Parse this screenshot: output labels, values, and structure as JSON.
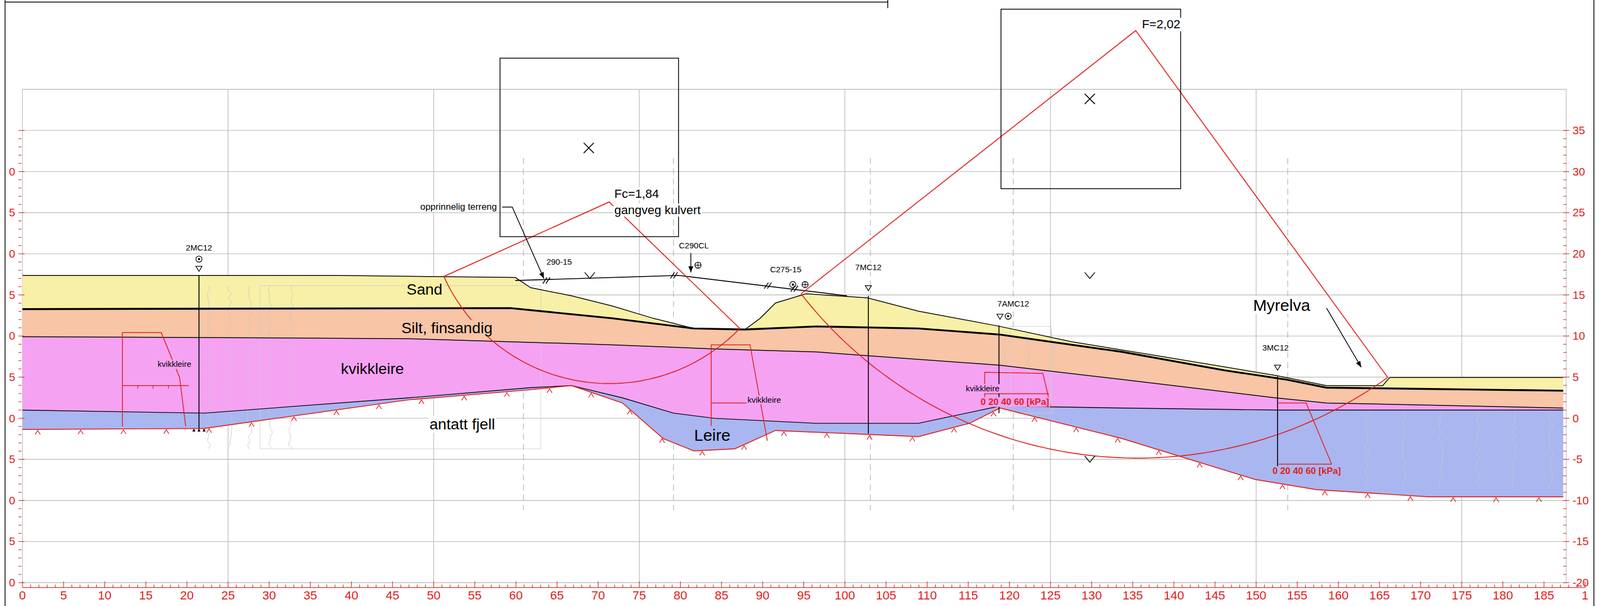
{
  "diagram": {
    "labels": [
      "F=2,02",
      "Fc=1,84",
      "gangveg kulvert",
      "opprinnelig terreng",
      "2MC12",
      "290-15",
      "C290CL",
      "C275-15",
      "7MC12",
      "7AMC12",
      "Myrelva",
      "3MC12",
      "Sand",
      "Silt, finsandig",
      "kvikkleire",
      "kvikkleire",
      "kvikkleire",
      "kvikkleire",
      "0 20 40 60 [kPa]",
      "0 20 40 60 [kPa]",
      "antatt fjell",
      "Leire",
      "0",
      "5",
      "0",
      "5",
      "0",
      "5",
      "0",
      "5",
      "0",
      "5",
      "0",
      "35",
      "30",
      "25",
      "20",
      "15",
      "10",
      "5",
      "0",
      "-5",
      "-10",
      "-15",
      "-20",
      "0",
      "5",
      "10",
      "15",
      "20",
      "25",
      "30",
      "35",
      "40",
      "45",
      "50",
      "55",
      "60",
      "65",
      "70",
      "75",
      "80",
      "85",
      "90",
      "95",
      "100",
      "105",
      "110",
      "115",
      "120",
      "125",
      "130",
      "135",
      "140",
      "145",
      "150",
      "155",
      "160",
      "165",
      "170",
      "175",
      "180",
      "185",
      "1"
    ]
  }
}
